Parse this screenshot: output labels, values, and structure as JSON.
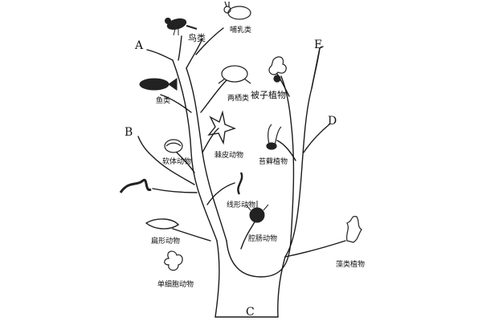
{
  "letters": {
    "a": "A",
    "b": "B",
    "c": "C",
    "d": "D",
    "e": "E"
  },
  "labels": {
    "birds": "鸟类",
    "mammals": "哺乳类",
    "fish": "鱼类",
    "amphibians": "两栖类",
    "seed_plants": "被子植物",
    "mollusks": "软体动物",
    "echinoderms": "棘皮动物",
    "mosses": "苔藓植物",
    "nematodes": "线形动物",
    "cnidarians": "腔肠动物",
    "flatworms": "扁形动物",
    "protozoa": "单细胞动物",
    "algae": "藻类植物"
  },
  "colors": {
    "line": "#1a1a1a",
    "fill": "#222222",
    "background": "#ffffff"
  }
}
